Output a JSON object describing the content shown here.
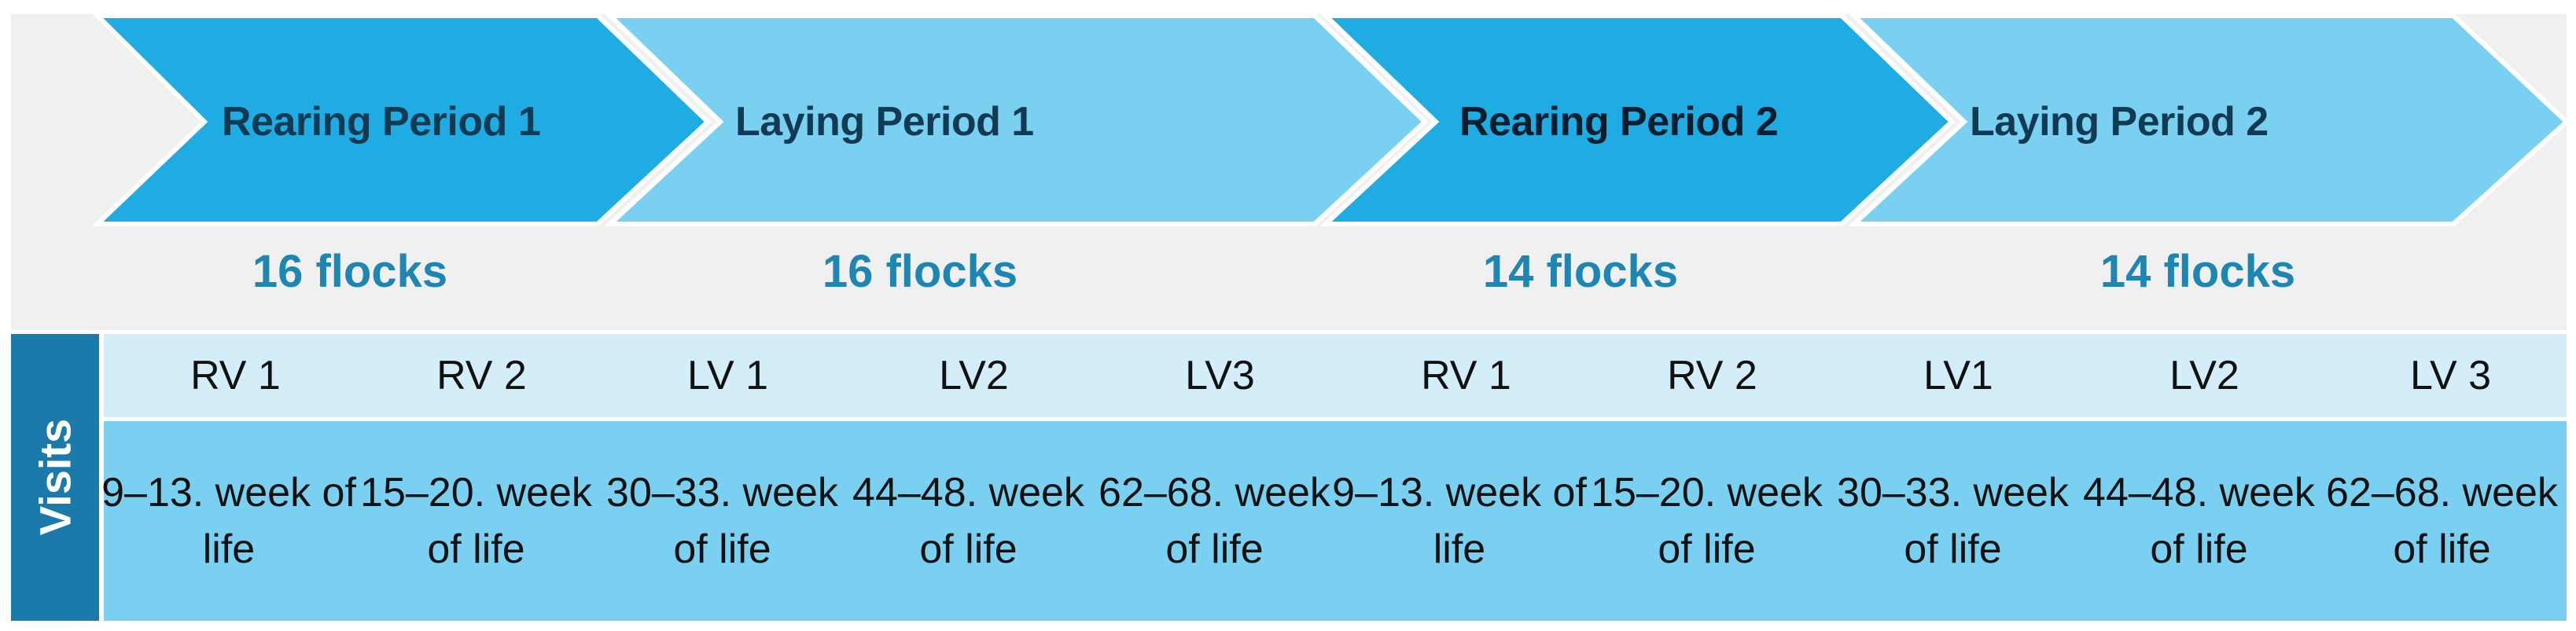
{
  "phases": [
    {
      "label": "Rearing Period 1",
      "flocks": "16 flocks",
      "color": "#1eace2"
    },
    {
      "label": "Laying Period 1",
      "flocks": "16 flocks",
      "color": "#7ad0f1"
    },
    {
      "label": "Rearing Period 2",
      "flocks": "14 flocks",
      "color": "#1eace2"
    },
    {
      "label": "Laying Period 2",
      "flocks": "14 flocks",
      "color": "#7ad0f1"
    }
  ],
  "visits_label": "Visits",
  "visits": [
    {
      "code": "RV 1",
      "time": "9–13. week of life"
    },
    {
      "code": "RV 2",
      "time": "15–20. week of life"
    },
    {
      "code": "LV 1",
      "time": "30–33. week of life"
    },
    {
      "code": "LV2",
      "time": "44–48. week of life"
    },
    {
      "code": "LV3",
      "time": "62–68. week of life"
    },
    {
      "code": "RV 1",
      "time": "9–13. week of life"
    },
    {
      "code": "RV 2",
      "time": "15–20. week of life"
    },
    {
      "code": "LV1",
      "time": "30–33. week of life"
    },
    {
      "code": "LV2",
      "time": "44–48. week of life"
    },
    {
      "code": "LV 3",
      "time": "62–68. week of life"
    }
  ],
  "colors": {
    "rearing": "#1eace2",
    "laying": "#7ad0f1",
    "flock_text": "#1e86b2",
    "phase_text": "#123a52",
    "visits_tab": "#1b7aaa",
    "visit_code_row": "#d3eef9",
    "visit_time_row": "#7ad0f1"
  }
}
